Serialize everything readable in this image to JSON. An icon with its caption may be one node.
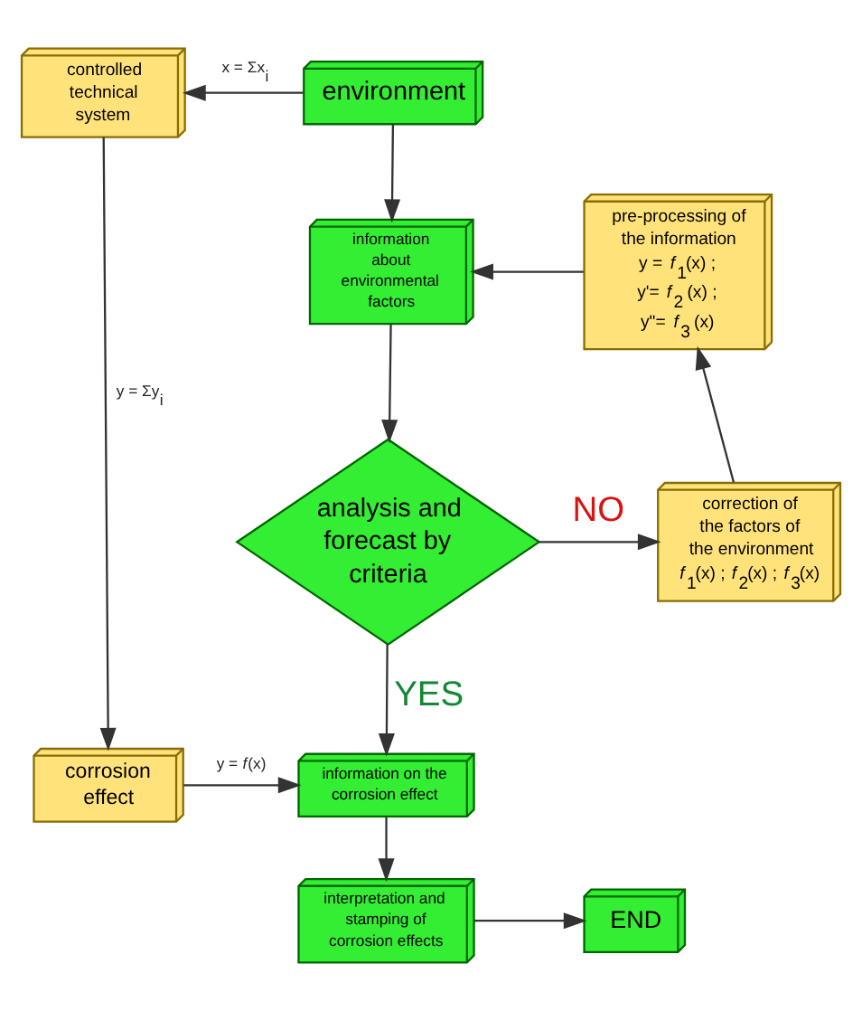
{
  "diagram": {
    "nodes": [
      {
        "text": [
          "controlled technical system"
        ]
      },
      {
        "text": [
          "environment"
        ]
      },
      {
        "text": [
          "information about environmental factors"
        ]
      },
      {
        "text": [
          "analysis and forecast by criteria"
        ]
      },
      {
        "text": [
          "pre-processing of the information",
          "y = *f*$_{1}$(x) ;",
          "y'= *f*$_{2}$ (x) ;",
          "y\"= *f*$_{3}$ (x)"
        ]
      },
      {
        "text": [
          "correction of the factors of the environment",
          "*f*$_{1}$(x) ; *f*$_{2}$(x) ; *f*$_{3}$(x)"
        ]
      },
      {
        "text": [
          "corrosion effect"
        ]
      },
      {
        "text": [
          "information on the corrosion effect"
        ]
      },
      {
        "text": [
          "interpretation and stamping of corrosion effects"
        ]
      },
      {
        "text": [
          "END"
        ]
      }
    ],
    "edges": [
      {
        "from": 1,
        "to": 0,
        "arrow": "to",
        "label": "x = Σx$_{i}$"
      },
      {
        "from": 1,
        "to": 2,
        "arrow": "to"
      },
      {
        "from": 2,
        "to": 3,
        "arrow": "to"
      },
      {
        "from": 3,
        "to": 5,
        "arrow": "to",
        "label": "NO"
      },
      {
        "from": 5,
        "to": 4,
        "arrow": "to"
      },
      {
        "from": 4,
        "to": 2,
        "arrow": "to"
      },
      {
        "from": 3,
        "to": 7,
        "arrow": "to",
        "label": "YES"
      },
      {
        "from": 0,
        "to": 6,
        "arrow": "to",
        "label": "y = Σy$_{i}$"
      },
      {
        "from": 6,
        "to": 7,
        "arrow": "to",
        "label": "y = *f*(x)"
      },
      {
        "from": 7,
        "to": 8,
        "arrow": "to"
      },
      {
        "from": 8,
        "to": 9,
        "arrow": "to"
      }
    ]
  }
}
